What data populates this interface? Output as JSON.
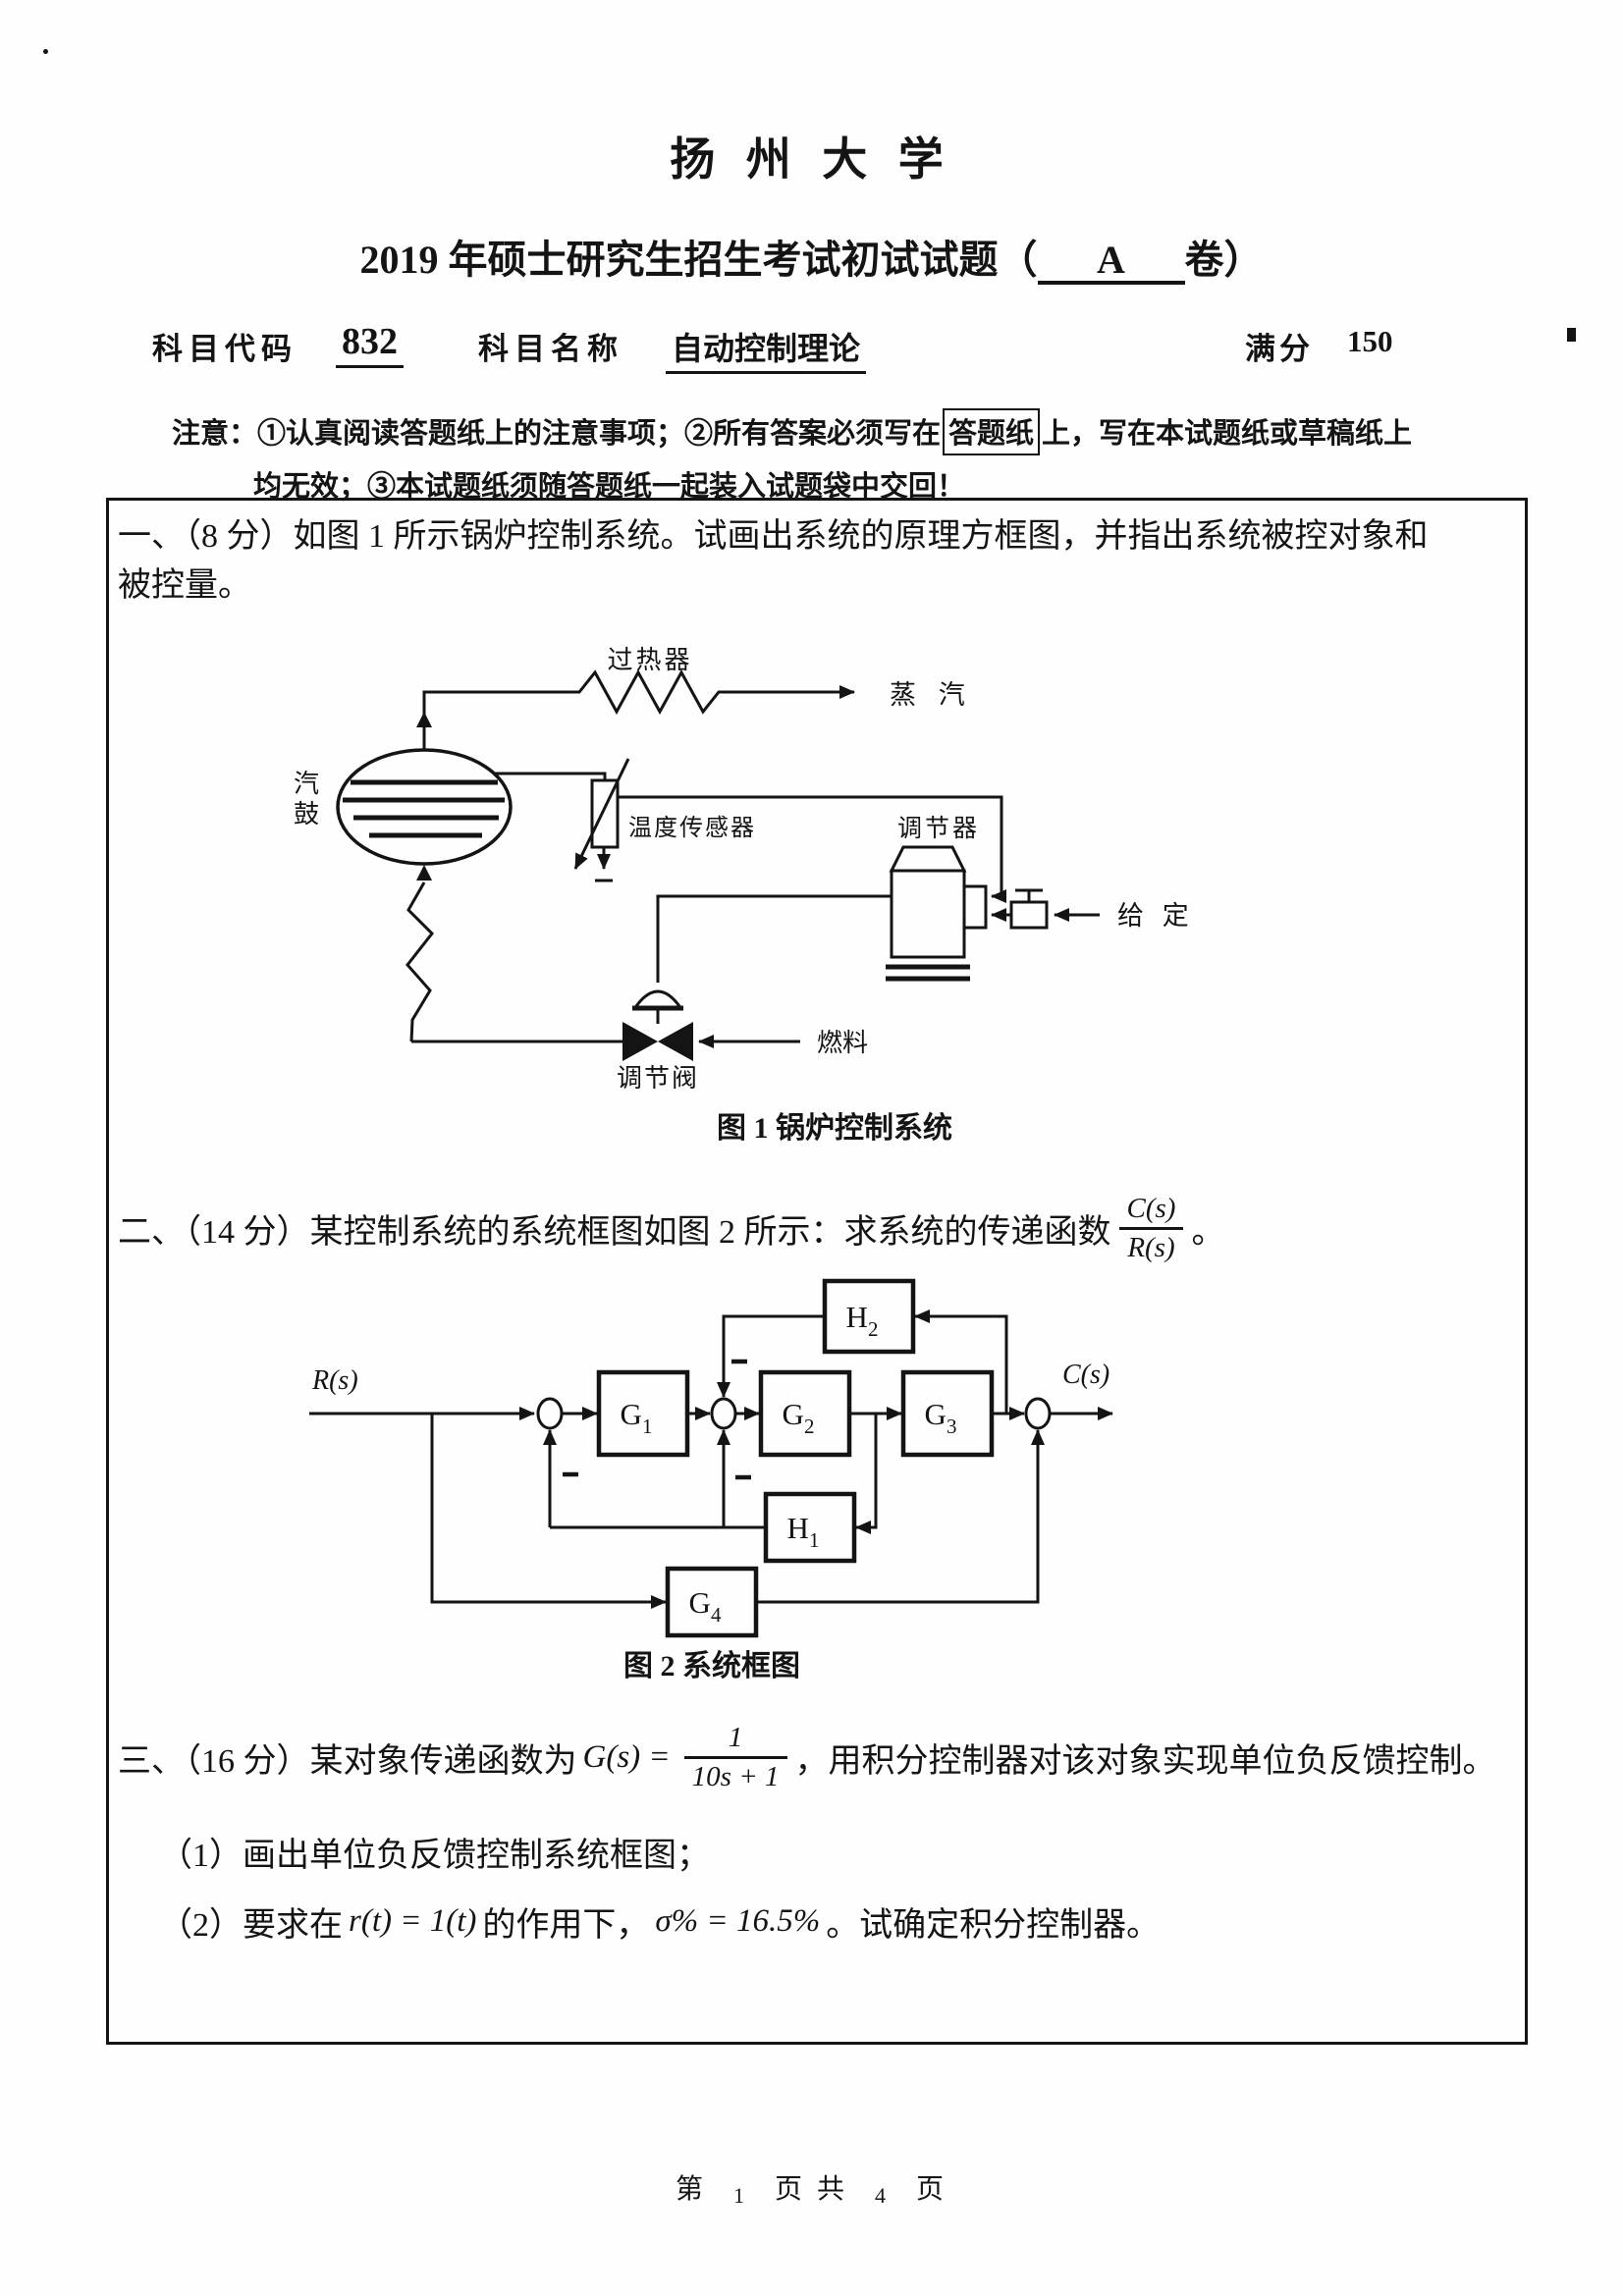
{
  "header": {
    "university": "扬 州 大 学",
    "exam_line": {
      "prefix": "2019 年硕士研究生招生考试初试试题（",
      "letter": "A",
      "suffix": "卷）"
    },
    "subject": {
      "code_label": "科目代码",
      "code": "832",
      "name_label": "科目名称",
      "name": "自动控制理论",
      "full_score_label": "满分",
      "full_score": "150"
    },
    "notice": {
      "label": "注意：",
      "line1_a": "①认真阅读答题纸上的注意事项；②所有答案必须写在",
      "line1_boxed": "答题纸",
      "line1_b": "上，写在本试题纸或草稿纸上",
      "line2": "均无效；③本试题纸须随答题纸一起装入试题袋中交回！"
    }
  },
  "q1": {
    "line1": "一、（8 分）如图 1 所示锅炉控制系统。试画出系统的原理方框图，并指出系统被控对象和",
    "line2": "被控量。"
  },
  "fig1": {
    "caption": "图 1 锅炉控制系统",
    "labels": {
      "superheater": "过热器",
      "steam": "蒸 汽",
      "drum_char1": "汽",
      "drum_char2": "鼓",
      "sensor": "温度传感器",
      "regulator": "调节器",
      "setpoint": "给 定",
      "fuel": "燃料",
      "valve": "调节阀"
    }
  },
  "q2": {
    "text": "二、（14 分）某控制系统的系统框图如图 2 所示：求系统的传递函数",
    "frac_num": "C(s)",
    "frac_den": "R(s)",
    "period": "。"
  },
  "fig2": {
    "caption": "图 2 系统框图",
    "input": "R(s)",
    "output": "C(s)",
    "blocks": {
      "g1": "G",
      "g1s": "1",
      "g2": "G",
      "g2s": "2",
      "g3": "G",
      "g3s": "3",
      "g4": "G",
      "g4s": "4",
      "h1": "H",
      "h1s": "1",
      "h2": "H",
      "h2s": "2"
    }
  },
  "q3": {
    "lead": "三、（16 分）某对象传递函数为",
    "math1": "G(s) =",
    "frac_num": "1",
    "frac_den": "10s + 1",
    "tail": "，用积分控制器对该对象实现单位负反馈控制。",
    "item1": "（1）画出单位负反馈控制系统框图；",
    "item2_a": "（2）要求在",
    "item2_m1": "r(t) = 1(t)",
    "item2_b": "的作用下，",
    "item2_m2": "σ% = 16.5%",
    "item2_c": "。试确定积分控制器。"
  },
  "footer": {
    "prefix": "第",
    "page": "1",
    "mid": "页 共",
    "total": "4",
    "suffix": "页"
  }
}
